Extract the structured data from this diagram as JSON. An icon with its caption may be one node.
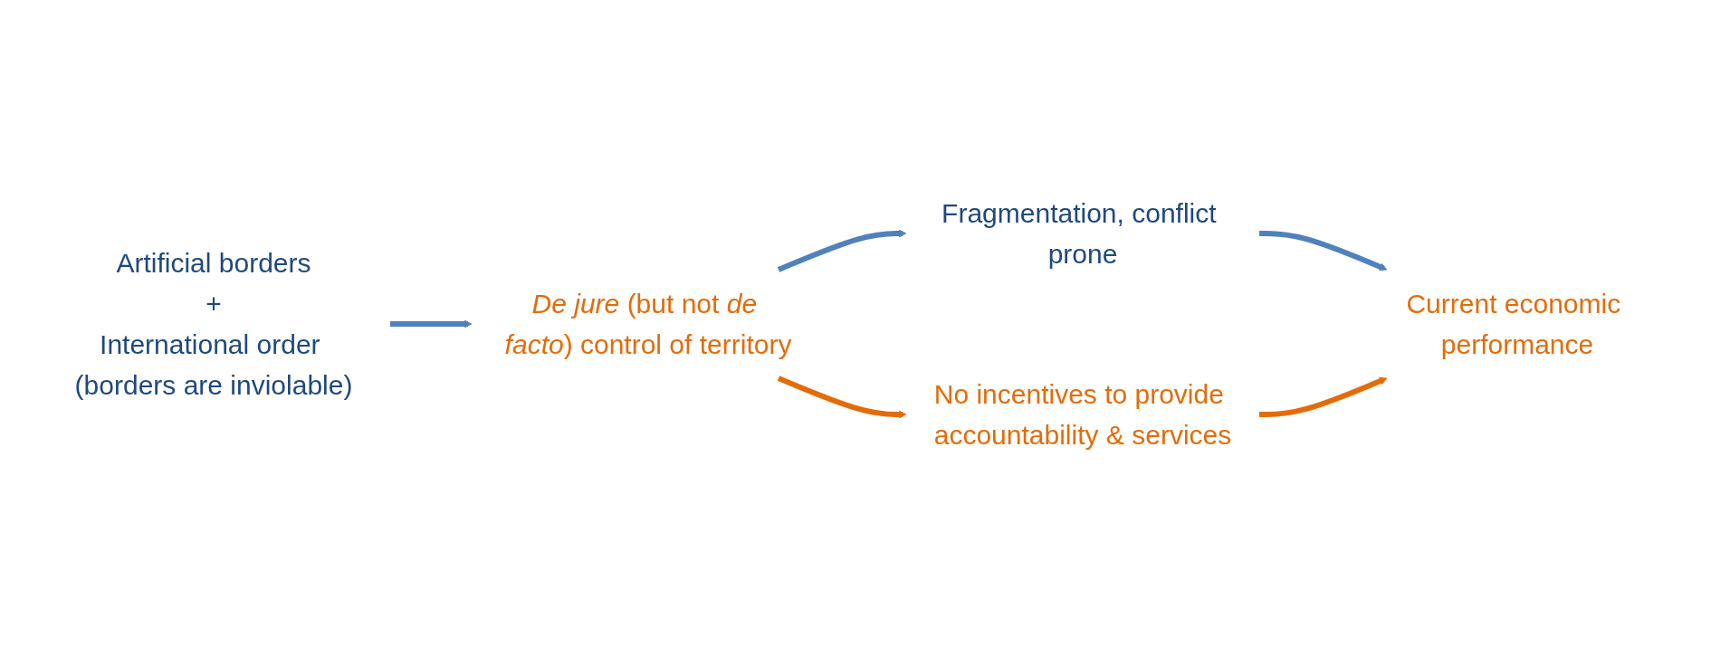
{
  "diagram": {
    "nodes": [
      {
        "text": [
          "Artificial borders",
          "+",
          "International order (borders are inviolable)"
        ]
      },
      {
        "text": [
          "*De jure* (but not *de facto*) control of territory"
        ]
      },
      {
        "text": [
          "Fragmentation, conflict prone"
        ]
      },
      {
        "text": [
          "No incentives to provide accountability & services"
        ]
      },
      {
        "text": [
          "Current economic performance"
        ]
      }
    ],
    "edges": [
      {
        "from": 0,
        "to": 1,
        "arrow": "to"
      },
      {
        "from": 1,
        "to": 2,
        "arrow": "to"
      },
      {
        "from": 1,
        "to": 3,
        "arrow": "to",
        "color": "#e36c09"
      },
      {
        "from": 2,
        "to": 4,
        "arrow": "to"
      },
      {
        "from": 3,
        "to": 4,
        "arrow": "to",
        "color": "#e36c09"
      }
    ]
  }
}
